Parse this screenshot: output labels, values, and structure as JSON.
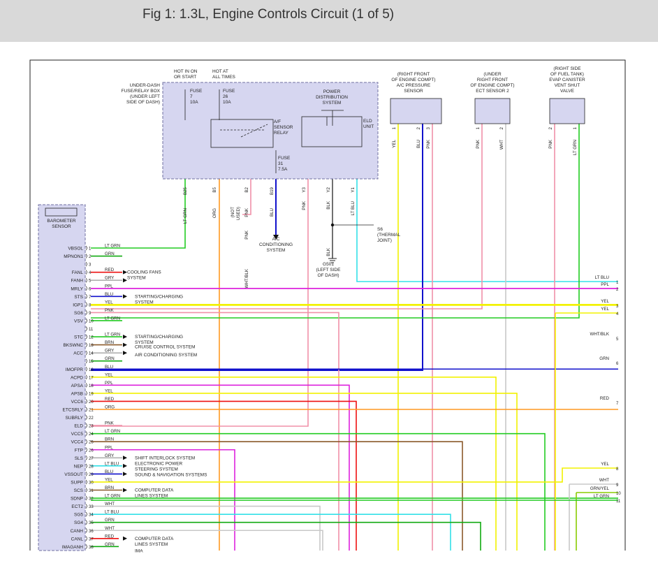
{
  "header": {
    "title": "Fig 1: 1.3L, Engine Controls Circuit (1 of 5)"
  },
  "top_labels": {
    "hot_in_on": [
      "HOT IN ON",
      "OR START"
    ],
    "hot_at": [
      "HOT AT",
      "ALL TIMES"
    ],
    "fuse_box": [
      "UNDER-DASH",
      "FUSE/RELAY BOX",
      "(UNDER LEFT",
      "SIDE OF DASH)"
    ],
    "fuse7": [
      "FUSE",
      "7",
      "10A"
    ],
    "fuse26": [
      "FUSE",
      "26",
      "10A"
    ],
    "fuse31": [
      "FUSE",
      "31",
      "7.5A"
    ],
    "relay": [
      "A/F",
      "SENSOR",
      "RELAY"
    ],
    "pds": [
      "POWER",
      "DISTRIBUTION",
      "SYSTEM"
    ],
    "eld_unit": [
      "ELD",
      "UNIT"
    ],
    "s6": [
      "S6",
      "(THERMAL",
      "JOINT)"
    ],
    "g501": [
      "G501",
      "(LEFT SIDE",
      "OF DASH)"
    ],
    "ac_system": [
      "A/C",
      "CONDITIONING",
      "SYSTEM"
    ],
    "not_used": [
      "(NOT",
      "USED)"
    ]
  },
  "pins_top": [
    "B25",
    "B5",
    "B2",
    "B19",
    "Y3",
    "Y2",
    "Y1"
  ],
  "sensors": [
    {
      "lines": [
        "(RIGHT FRONT",
        "OF ENGINE COMPT)",
        "A/C PRESSURE",
        "SENSOR"
      ],
      "pins": [
        "1",
        "2",
        "3"
      ],
      "wires": [
        "YEL",
        "BLU",
        "PNK"
      ]
    },
    {
      "lines": [
        "(UNDER",
        "RIGHT FRONT",
        "OF ENGINE COMPT)",
        "ECT SENSOR 2"
      ],
      "pins": [
        "1",
        "2"
      ],
      "wires": [
        "PNK",
        "WHT"
      ]
    },
    {
      "lines": [
        "(RIGHT SIDE",
        "OF FUEL TANK)",
        "EVAP CANISTER",
        "VENT SHUT",
        "VALVE"
      ],
      "pins": [
        "2",
        "1"
      ],
      "wires": [
        "PNK",
        "LT GRN"
      ]
    }
  ],
  "vert_wires": {
    "b25": "LT GRN",
    "b5": "ORG",
    "b2": "PNK",
    "b19": "BLU",
    "y3": "PNK",
    "y2": "BLK",
    "y1": "LT BLU",
    "pnk_lower": "PNK",
    "whtblk": "WHT/BLK",
    "blk_lower": "BLK"
  },
  "baro": [
    "BAROMETER",
    "SENSOR"
  ],
  "pcm_pins": [
    {
      "n": "1",
      "name": "VBSOL",
      "wire": "LT GRN"
    },
    {
      "n": "2",
      "name": "MPNON1",
      "wire": "GRN"
    },
    {
      "n": "3",
      "name": "",
      "wire": ""
    },
    {
      "n": "4",
      "name": "FANL",
      "wire": "RED"
    },
    {
      "n": "5",
      "name": "FANH",
      "wire": "GRY"
    },
    {
      "n": "6",
      "name": "MRLY",
      "wire": "PPL"
    },
    {
      "n": "7",
      "name": "STS",
      "wire": "BLU"
    },
    {
      "n": "8",
      "name": "IGP1",
      "wire": "YEL"
    },
    {
      "n": "9",
      "name": "SG6",
      "wire": "PNK"
    },
    {
      "n": "10",
      "name": "VSV",
      "wire": "LT GRN"
    },
    {
      "n": "11",
      "name": "",
      "wire": ""
    },
    {
      "n": "12",
      "name": "STC",
      "wire": "LT GRN"
    },
    {
      "n": "13",
      "name": "BKSWNC",
      "wire": "BRN"
    },
    {
      "n": "14",
      "name": "ACC",
      "wire": "GRY"
    },
    {
      "n": "15",
      "name": "",
      "wire": "GRN"
    },
    {
      "n": "16",
      "name": "IMOFPR",
      "wire": "BLU"
    },
    {
      "n": "17",
      "name": "ACPD",
      "wire": "YEL"
    },
    {
      "n": "18",
      "name": "APSA",
      "wire": "PPL"
    },
    {
      "n": "19",
      "name": "APSB",
      "wire": "YEL"
    },
    {
      "n": "20",
      "name": "VCC6",
      "wire": "RED"
    },
    {
      "n": "21",
      "name": "ETCSRLY",
      "wire": "ORG"
    },
    {
      "n": "22",
      "name": "SUBRLY",
      "wire": ""
    },
    {
      "n": "23",
      "name": "ELD",
      "wire": "PNK"
    },
    {
      "n": "24",
      "name": "VCC5",
      "wire": "LT GRN"
    },
    {
      "n": "25",
      "name": "VCC4",
      "wire": "BRN"
    },
    {
      "n": "26",
      "name": "FTP",
      "wire": "PPL"
    },
    {
      "n": "27",
      "name": "SLS",
      "wire": "GRY"
    },
    {
      "n": "28",
      "name": "NEP",
      "wire": "LT BLU"
    },
    {
      "n": "29",
      "name": "VSSOUT",
      "wire": "BLU"
    },
    {
      "n": "30",
      "name": "SUPP",
      "wire": "YEL"
    },
    {
      "n": "31",
      "name": "SCS",
      "wire": "BRN"
    },
    {
      "n": "32",
      "name": "SDNP",
      "wire": "LT GRN"
    },
    {
      "n": "33",
      "name": "ECT2",
      "wire": "WHT"
    },
    {
      "n": "34",
      "name": "SG5",
      "wire": "LT BLU"
    },
    {
      "n": "35",
      "name": "SG4",
      "wire": "GRN"
    },
    {
      "n": "36",
      "name": "CANH",
      "wire": "WHT"
    },
    {
      "n": "37",
      "name": "CANL",
      "wire": "RED"
    },
    {
      "n": "38",
      "name": "IMAGANH",
      "wire": "GRN"
    }
  ],
  "destinations": [
    {
      "lines": [
        "COOLING FANS",
        "SYSTEM"
      ]
    },
    {
      "lines": [
        "STARTING/CHARGING",
        "SYSTEM"
      ]
    },
    {
      "lines": [
        "STARTING/CHARGING",
        "SYSTEM"
      ]
    },
    {
      "lines": [
        "CRUISE CONTROL SYSTEM"
      ]
    },
    {
      "lines": [
        "AIR CONDITIONING SYSTEM"
      ]
    },
    {
      "lines": [
        "SHIFT INTERLOCK SYSTEM",
        "ELECTRONIC POWER",
        "STEERING SYSTEM",
        "SOUND & NAVIGATION SYSTEMS"
      ]
    },
    {
      "lines": [
        "COMPUTER DATA",
        "LINES SYSTEM"
      ]
    },
    {
      "lines": [
        "COMPUTER DATA",
        "LINES SYSTEM"
      ]
    },
    {
      "lines": [
        "IMA"
      ]
    }
  ],
  "right_connectors": [
    {
      "n": "1",
      "wire": "LT BLU"
    },
    {
      "n": "2",
      "wire": "PPL"
    },
    {
      "n": "3",
      "wire": "YEL"
    },
    {
      "n": "4",
      "wire": "YEL"
    },
    {
      "n": "5",
      "wire": "WHT/BLK"
    },
    {
      "n": "6",
      "wire": "GRN"
    },
    {
      "n": "7",
      "wire": "RED"
    },
    {
      "n": "8",
      "wire": "YEL"
    },
    {
      "n": "9",
      "wire": "WHT"
    },
    {
      "n": "10",
      "wire": "GRN/YEL"
    },
    {
      "n": "11",
      "wire": "LT GRN"
    }
  ],
  "colors": {
    "LT GRN": "#22cc22",
    "GRN": "#11aa11",
    "RED": "#ee1111",
    "GRY": "#b0b0b0",
    "PPL": "#dd22dd",
    "BLU": "#1111cc",
    "YEL": "#f2f200",
    "PNK": "#f090a8",
    "BRN": "#8b5a2b",
    "ORG": "#ff9922",
    "LT BLU": "#33e0e8",
    "WHT": "#c8c8c8",
    "BLK": "#111111",
    "WHT/BLK": "#c8c8c8",
    "GRN/YEL": "#88cc00",
    "box_fill": "#d6d6f0",
    "box_stroke": "#7070a0",
    "line": "#222222"
  }
}
